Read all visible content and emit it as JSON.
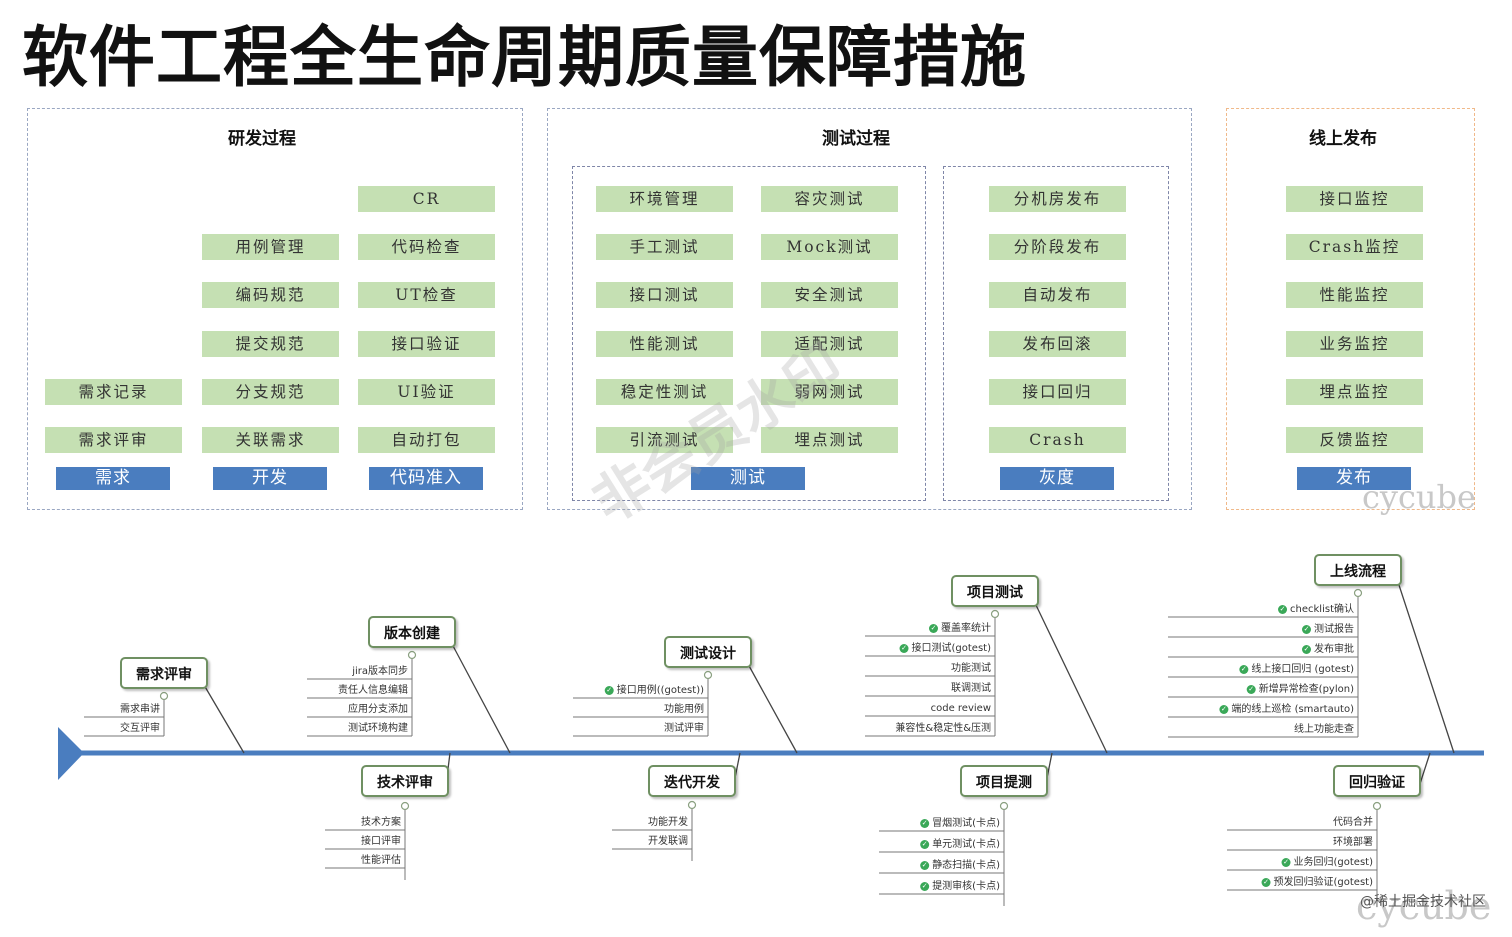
{
  "title": "软件工程全生命周期质量保障措施",
  "sections": {
    "dev": {
      "title": "研发过程",
      "columns": [
        {
          "items": [
            "需求记录",
            "需求评审"
          ],
          "phase": "需求"
        },
        {
          "items": [
            "用例管理",
            "编码规范",
            "提交规范",
            "分支规范",
            "关联需求"
          ],
          "phase": "开发"
        },
        {
          "items": [
            "CR",
            "代码检查",
            "UT检查",
            "接口验证",
            "UI验证",
            "自动打包"
          ],
          "phase": "代码准入"
        }
      ]
    },
    "test": {
      "title": "测试过程",
      "test_group": {
        "col1": [
          "环境管理",
          "手工测试",
          "接口测试",
          "性能测试",
          "稳定性测试",
          "引流测试"
        ],
        "col2": [
          "容灾测试",
          "Mock测试",
          "安全测试",
          "适配测试",
          "弱网测试",
          "埋点测试"
        ],
        "phase": "测试"
      },
      "gray_group": {
        "items": [
          "分机房发布",
          "分阶段发布",
          "自动发布",
          "发布回滚",
          "接口回归",
          "Crash"
        ],
        "phase": "灰度"
      }
    },
    "release": {
      "title": "线上发布",
      "items": [
        "接口监控",
        "Crash监控",
        "性能监控",
        "业务监控",
        "埋点监控",
        "反馈监控"
      ],
      "phase": "发布"
    }
  },
  "fishbone": {
    "top": [
      {
        "label": "需求评审",
        "leaves": [
          {
            "text": "需求串讲",
            "check": false
          },
          {
            "text": "交互评审",
            "check": false
          }
        ]
      },
      {
        "label": "版本创建",
        "leaves": [
          {
            "text": "jira版本同步",
            "check": false
          },
          {
            "text": "责任人信息编辑",
            "check": false
          },
          {
            "text": "应用分支添加",
            "check": false
          },
          {
            "text": "测试环境构建",
            "check": false
          }
        ]
      },
      {
        "label": "测试设计",
        "leaves": [
          {
            "text": "接口用例((gotest))",
            "check": true
          },
          {
            "text": "功能用例",
            "check": false
          },
          {
            "text": "测试评审",
            "check": false
          }
        ]
      },
      {
        "label": "项目测试",
        "leaves": [
          {
            "text": "覆盖率统计",
            "check": true
          },
          {
            "text": "接口测试(gotest)",
            "check": true
          },
          {
            "text": "功能测试",
            "check": false
          },
          {
            "text": "联调测试",
            "check": false
          },
          {
            "text": "code review",
            "check": false
          },
          {
            "text": "兼容性&稳定性&压测",
            "check": false
          }
        ]
      },
      {
        "label": "上线流程",
        "leaves": [
          {
            "text": "checklist确认",
            "check": true
          },
          {
            "text": "测试报告",
            "check": true
          },
          {
            "text": "发布审批",
            "check": true
          },
          {
            "text": "线上接口回归 (gotest)",
            "check": true
          },
          {
            "text": "新增异常检查(pylon)",
            "check": true
          },
          {
            "text": "端的线上巡检 (smartauto)",
            "check": true
          },
          {
            "text": "线上功能走查",
            "check": false
          }
        ]
      }
    ],
    "bottom": [
      {
        "label": "技术评审",
        "leaves": [
          {
            "text": "技术方案",
            "check": false
          },
          {
            "text": "接口评审",
            "check": false
          },
          {
            "text": "性能评估",
            "check": false
          }
        ]
      },
      {
        "label": "迭代开发",
        "leaves": [
          {
            "text": "功能开发",
            "check": false
          },
          {
            "text": "开发联调",
            "check": false
          }
        ]
      },
      {
        "label": "项目提测",
        "leaves": [
          {
            "text": "冒烟测试(卡点)",
            "check": true
          },
          {
            "text": "单元测试(卡点)",
            "check": true
          },
          {
            "text": "静态扫描(卡点)",
            "check": true
          },
          {
            "text": "提测审核(卡点)",
            "check": true
          }
        ]
      },
      {
        "label": "回归验证",
        "leaves": [
          {
            "text": "代码合并",
            "check": false
          },
          {
            "text": "环境部署",
            "check": false
          },
          {
            "text": "业务回归(gotest)",
            "check": true
          },
          {
            "text": "预发回归验证(gotest)",
            "check": true
          }
        ]
      }
    ]
  },
  "watermarks": {
    "center": "非会员水印",
    "brand1": "cycube",
    "brand2": "cycube"
  },
  "credit": "@稀土掘金技术社区",
  "colors": {
    "green_box": "#c5e0b3",
    "blue_box": "#4a7dbf",
    "spine": "#4a7dbf",
    "node_border": "#6f9062",
    "check": "#3aa858"
  }
}
